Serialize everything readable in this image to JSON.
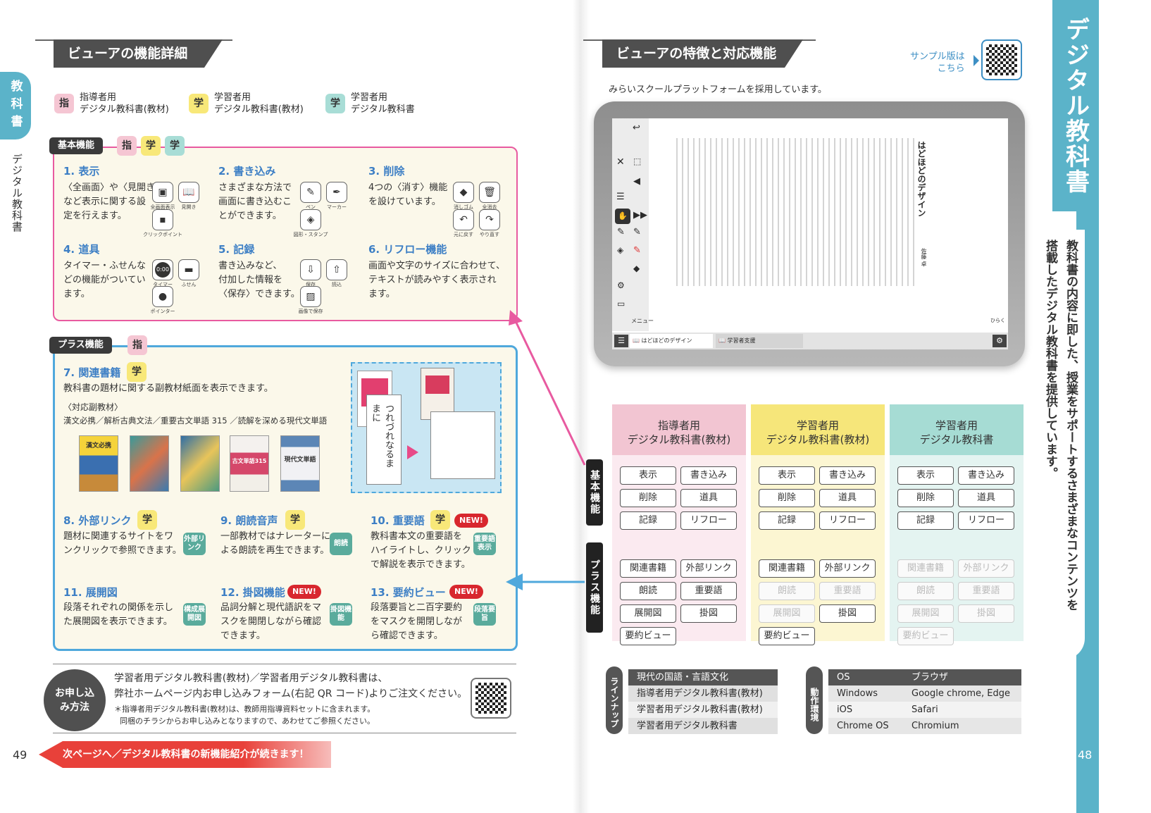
{
  "page_left": {
    "page_number": "49",
    "side_tab": {
      "top": "教科書",
      "bottom": "デジタル教科書"
    },
    "section_title": "ビューアの機能詳細",
    "legend": [
      {
        "badge": "指",
        "line1": "指導者用",
        "line2": "デジタル教科書(教材)"
      },
      {
        "badge": "学",
        "line1": "学習者用",
        "line2": "デジタル教科書(教材)"
      },
      {
        "badge": "学",
        "line1": "学習者用",
        "line2": "デジタル教科書"
      }
    ],
    "basic": {
      "tag": "基本機能",
      "badges": [
        "指",
        "学",
        "学"
      ],
      "features": [
        {
          "title": "1. 表示",
          "desc": [
            "〈全画面〉や〈見開き〉",
            "など表示に関する設",
            "定を行えます。"
          ],
          "icons": [
            "全画面表示",
            "見開き",
            "クリックポイント"
          ]
        },
        {
          "title": "2. 書き込み",
          "desc": [
            "さまざまな方法で",
            "画面に書き込むこ",
            "とができます。"
          ],
          "icons": [
            "ペン",
            "マーカー",
            "図形・スタンプ"
          ]
        },
        {
          "title": "3. 削除",
          "desc": [
            "4つの〈消す〉機能",
            "を設けています。"
          ],
          "icons": [
            "消しゴム",
            "全消去",
            "元に戻す",
            "やり直す"
          ]
        },
        {
          "title": "4. 道具",
          "desc": [
            "タイマー・ふせんな",
            "どの機能がついてい",
            "ます。"
          ],
          "icons": [
            "タイマー",
            "ふせん",
            "ポインター"
          ],
          "timer_text": "0:00"
        },
        {
          "title": "5. 記録",
          "desc": [
            "書き込みなど、",
            "付加した情報を",
            "〈保存〉できます。"
          ],
          "icons": [
            "保存",
            "読込",
            "画像で保存"
          ]
        },
        {
          "title": "6. リフロー機能",
          "desc": [
            "画面や文字のサイズに合わせて、",
            "テキストが読みやすく表示され",
            "ます。"
          ]
        }
      ]
    },
    "plus": {
      "tag": "プラス機能",
      "badge": "指",
      "related": {
        "title": "7. 関連書籍",
        "desc": "教科書の題材に関する副教材紙面を表示できます。",
        "sub_label": "〈対応副教材〉",
        "sub_list": "漢文必携／解析古典文法／重要古文単語 315 ／読解を深める現代文単語",
        "covers": [
          "漢文必携",
          "",
          "",
          "古文単語315",
          "現代文単語"
        ],
        "sample_title": "つれづれなるままに"
      },
      "features": [
        {
          "title": "8. 外部リンク",
          "badge": "学",
          "desc": [
            "題材に関連するサイトをワ",
            "ンクリックで参照できます。"
          ],
          "icon": "外部リンク"
        },
        {
          "title": "9. 朗読音声",
          "badge": "学",
          "desc": [
            "一部教材ではナレーターに",
            "よる朗読を再生できます。"
          ],
          "icon": "朗読"
        },
        {
          "title": "10. 重要語",
          "badge": "学",
          "new": "NEW!",
          "desc": [
            "教科書本文の重要語を",
            "ハイライトし、クリック",
            "で解説を表示できます。"
          ],
          "icon": "重要語表示"
        },
        {
          "title": "11. 展開図",
          "desc": [
            "段落それぞれの関係を示し",
            "た展開図を表示できます。"
          ],
          "icon": "構成展開図"
        },
        {
          "title": "12. 掛図機能",
          "new": "NEW!",
          "desc": [
            "品詞分解と現代語訳をマ",
            "スクを開閉しながら確認",
            "できます。"
          ],
          "icon": "掛図機能"
        },
        {
          "title": "13. 要約ビュー",
          "new": "NEW!",
          "desc": [
            "段落要旨と二百字要約",
            "をマスクを開閉しなが",
            "ら確認できます。"
          ],
          "icon": "段落要旨"
        }
      ]
    },
    "apply": {
      "label": "お申し込み方法",
      "line1": "学習者用デジタル教科書(教材)／学習者用デジタル教科書は、",
      "line2": "弊社ホームページ内お申し込みフォーム(右記 QR コード)よりご注文ください。",
      "note1": "＊指導者用デジタル教科書(教材)は、教師用指導資料セットに含まれます。",
      "note2": "同梱のチラシからお申し込みとなりますので、あわせてご参照ください。"
    },
    "next_page": "次ページへ／デジタル教科書の新機能紹介が続きます！"
  },
  "page_right": {
    "page_number": "48",
    "section_title": "ビューアの特徴と対応機能",
    "sample_text": [
      "サンプル版は",
      "こちら"
    ],
    "platform_note": "みらいスクールプラットフォームを採用しています。",
    "big_title": "デジタル教科書",
    "tagline": [
      "教科書の内容に即した、授業をサポートするさまざまなコンテンツを",
      "搭載したデジタル教科書を提供しています。"
    ],
    "viewer": {
      "tab1": "はどほどのデザイン",
      "tab2": "学習者支援",
      "vertical_title": "はどほどのデザイン",
      "author": "佐藤 卓",
      "menu": "メニュー",
      "side_label": "ひらく"
    },
    "vbar_basic": "基本機能",
    "vbar_plus": "プラス機能",
    "columns": [
      {
        "head": [
          "指導者用",
          "デジタル教科書(教材)"
        ],
        "color": "#f2c5d2",
        "bg": "#fbeaf0",
        "dim": []
      },
      {
        "head": [
          "学習者用",
          "デジタル教科書(教材)"
        ],
        "color": "#f6e67a",
        "bg": "#fcf6d2",
        "dim": [
          8,
          9,
          10
        ]
      },
      {
        "head": [
          "学習者用",
          "デジタル教科書"
        ],
        "color": "#a6dcd4",
        "bg": "#e4f4f1",
        "dim": [
          6,
          7,
          8,
          9,
          10,
          11,
          12
        ]
      }
    ],
    "buttons": [
      "表示",
      "書き込み",
      "削除",
      "道具",
      "記録",
      "リフロー",
      "関連書籍",
      "外部リンク",
      "朗読",
      "重要語",
      "展開図",
      "掛図",
      "要約ビュー"
    ],
    "lineup": {
      "label": "ラインナップ",
      "items": [
        "現代の国語・言語文化",
        "指導者用デジタル教科書(教材)",
        "学習者用デジタル教科書(教材)",
        "学習者用デジタル教科書"
      ]
    },
    "env": {
      "label": "動作環境",
      "headers": [
        "OS",
        "ブラウザ"
      ],
      "rows": [
        [
          "Windows",
          "Google chrome, Edge"
        ],
        [
          "iOS",
          "Safari"
        ],
        [
          "Chrome OS",
          "Chromium"
        ]
      ]
    }
  },
  "colors": {
    "pink": "#e85aa0",
    "blue": "#4fa8dc",
    "teal": "#5bb3c9",
    "red": "#e8413a"
  }
}
